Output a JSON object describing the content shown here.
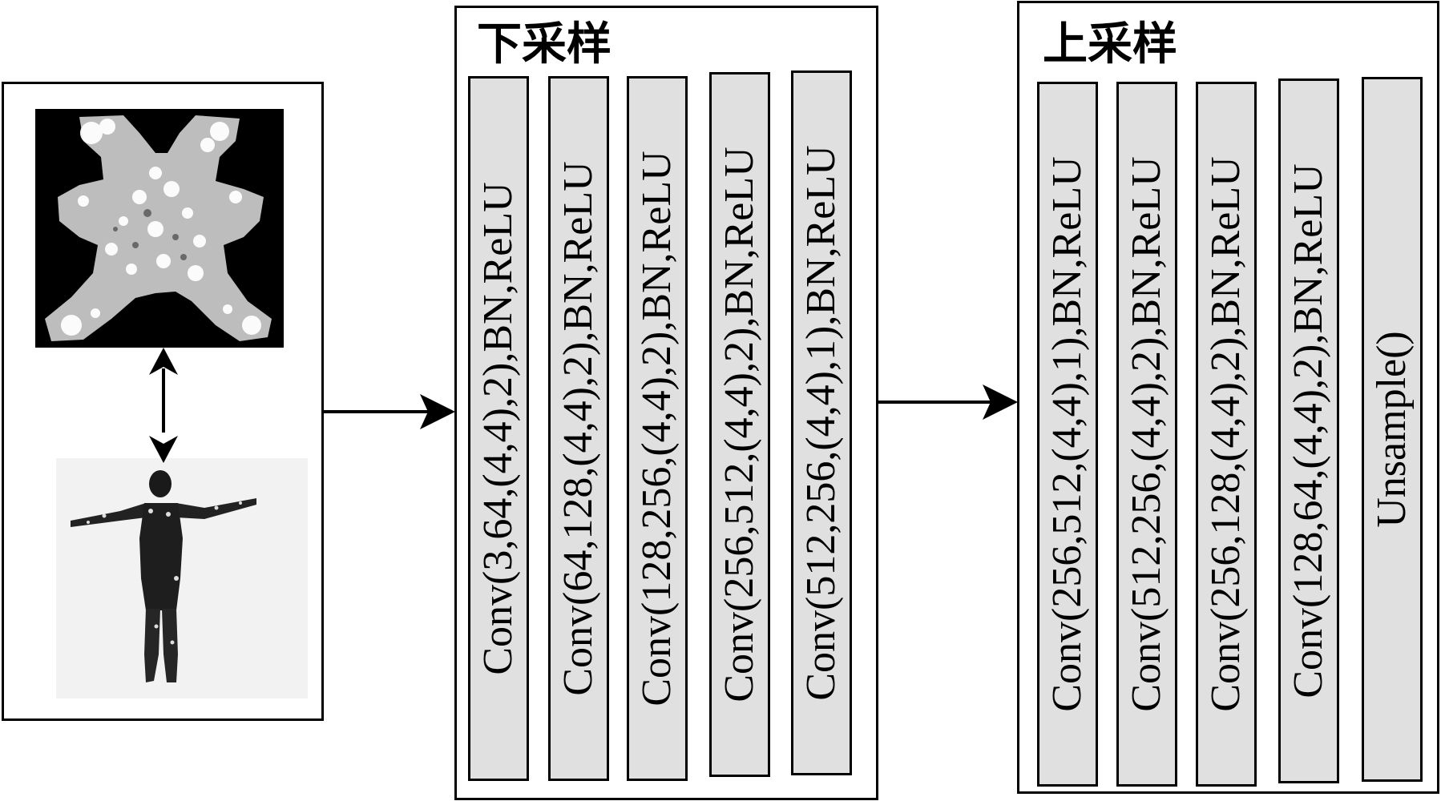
{
  "input": {
    "images": [
      "uv-texture-map",
      "human-body-model"
    ]
  },
  "downsample": {
    "title": "下采样",
    "layers": [
      "Conv(3,64,(4,4),2),BN,ReLU",
      "Conv(64,128,(4,4),2),BN,ReLU",
      "Conv(128,256,(4,4),2),BN,ReLU",
      "Conv(256,512,(4,4),2),BN,ReLU",
      "Conv(512,256,(4,4),1),BN,ReLU"
    ]
  },
  "upsample": {
    "title": "上采样",
    "layers": [
      "Conv(256,512,(4,4),1),BN,ReLU",
      "Conv(512,256,(4,4),2),BN,ReLU",
      "Conv(256,128,(4,4),2),BN,ReLU",
      "Conv(128,64,(4,4),2),BN,ReLU",
      "Unsample()"
    ]
  },
  "colors": {
    "layer_fill": "#e0e0e0",
    "border": "#000000"
  }
}
